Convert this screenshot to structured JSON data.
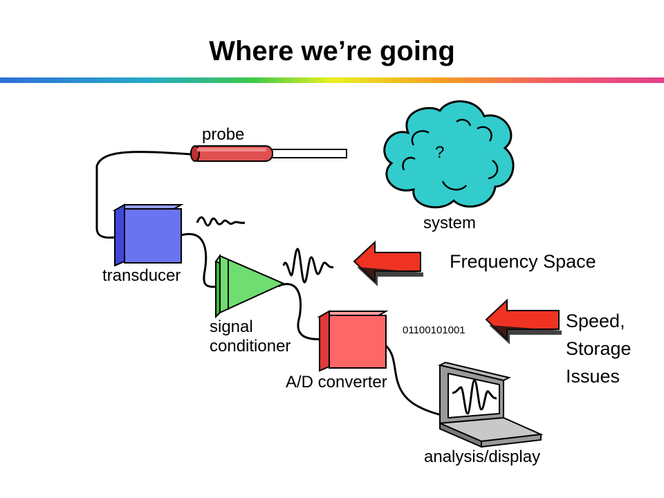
{
  "title": "Where we’re going",
  "labels": {
    "probe": "probe",
    "system": "system",
    "system_mark": "?",
    "transducer": "transducer",
    "signal_conditioner_line1": "signal",
    "signal_conditioner_line2": "conditioner",
    "ad_converter": "A/D converter",
    "binary": "01100101001",
    "analysis_display": "analysis/display"
  },
  "callouts": {
    "frequency": "Frequency Space",
    "speed_line1": "Speed,",
    "speed_line2": "Storage",
    "speed_line3": "Issues"
  },
  "colors": {
    "cloud": "#33cccc",
    "transducer": "#6b74f0",
    "transducer_side": "#4048d8",
    "conditioner": "#70dd70",
    "converter": "#ff6666",
    "probe": "#e05050",
    "arrow": "#ee3322"
  },
  "icons": {
    "cloud": "cloud-icon",
    "laptop": "laptop-icon",
    "arrow": "left-arrow-icon"
  }
}
